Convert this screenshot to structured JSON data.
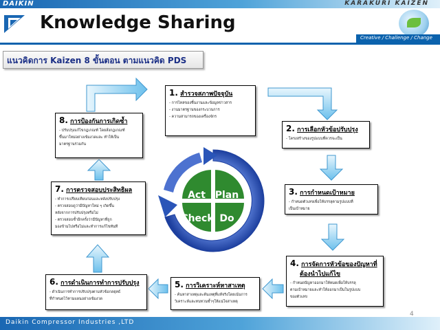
{
  "header": {
    "brand": "DAIKIN",
    "karakuri": "KARAKURI  KAIZEN",
    "title": "Knowledge  Sharing",
    "slogan": "Creative / Challenge / Change"
  },
  "subtitle": "แนวคิดการ Kaizen 8 ขั้นตอน ตามแนวคิด PDS",
  "cycle": {
    "act": "Act",
    "plan": "Plan",
    "check": "Check",
    "do": "Do"
  },
  "steps": [
    {
      "num": "1.",
      "label": "สำรวจสภาพปัจจุบัน",
      "lines": [
        "- การไหลของชิ้นงานและข้อมูลข่าวสาร",
        "- งานมาตรฐานของกระบวนการ",
        "- ความสามารถของเครื่องจักร"
      ]
    },
    {
      "num": "2.",
      "label": "การเลือกหัวข้อปรับปรุง",
      "lines": [
        "- โครงสร้างของรูปแบบที่ควรจะเป็น"
      ]
    },
    {
      "num": "3.",
      "label": "การกำหนดเป้าหมาย",
      "lines": [
        "- กำหนดตัวเลขเพื่อให้บรรลุตามรูปแบบที่",
        "  เป็นเป้าหมาย"
      ]
    },
    {
      "num": "4.",
      "label": "การจัดการหัวข้อของปัญหาที่",
      "label2": "ต้องนำไปแก้ไข",
      "lines": [
        "- กำหนดปัญหาออกมาให้หมดเพื่อให้บรรลุ",
        "ตามเป้าหมายและทำให้ออกมาเป็นในรูปแบบ",
        "ของตัวเลข"
      ]
    },
    {
      "num": "5.",
      "label": "การวิเคราะห์หาสาเหตุ",
      "lines": [
        "- ค้นหาสาเหตุและต้นเหตุที่แท้จริงโดยเน้นการ",
        "วิเคราะห์และทบทวนซ้ำๆให้แน่ใจสาเหตุ"
      ]
    },
    {
      "num": "6.",
      "label": "การดำเนินการทำการปรับปรุง",
      "lines": [
        "- ดำเนินการทำการปรับปรุงตามหัวข้อกลยุทธ์",
        "ที่กำหนดไว้ตามแผนอย่างเข้มงวด"
      ]
    },
    {
      "num": "7.",
      "label": "การตรวจสอบประสิทธิผล",
      "lines": [
        "- ทำการเปรียบเทียบก่อนและหลังปรับปรุง",
        "- ตรวจสอบดูว่ามีปัญหาใหม่ ๆ เกิดขึ้น",
        "หลังจากการปรับปรุงหรือไม่",
        "- ตรวจสอบซ้ำอีกครั้งว่ามีปัญหาที่ถูก",
        "มองข้ามไปหรือไม่และทำการแก้ไขทันที"
      ]
    },
    {
      "num": "8.",
      "label": "การป้องกันการเกิดซ้ำ",
      "lines": [
        "- ปรับปรุงแก้ไขกฎเกณฑ์ โดยสั่งกฎเกณฑ์",
        "ขึ้นมาใหม่อย่างเข้มงวดและ ทำให้เป็น",
        "มาตรฐานร่วมกัน"
      ]
    }
  ],
  "footer": {
    "company": "Daikin Compressor Industries ,LTD",
    "page": "4"
  },
  "colors": {
    "accent": "#0b62ad",
    "arrow": "#62b8ea",
    "cycle_green": "#2f8a2f",
    "cycle_blue": "#2a55b8"
  }
}
